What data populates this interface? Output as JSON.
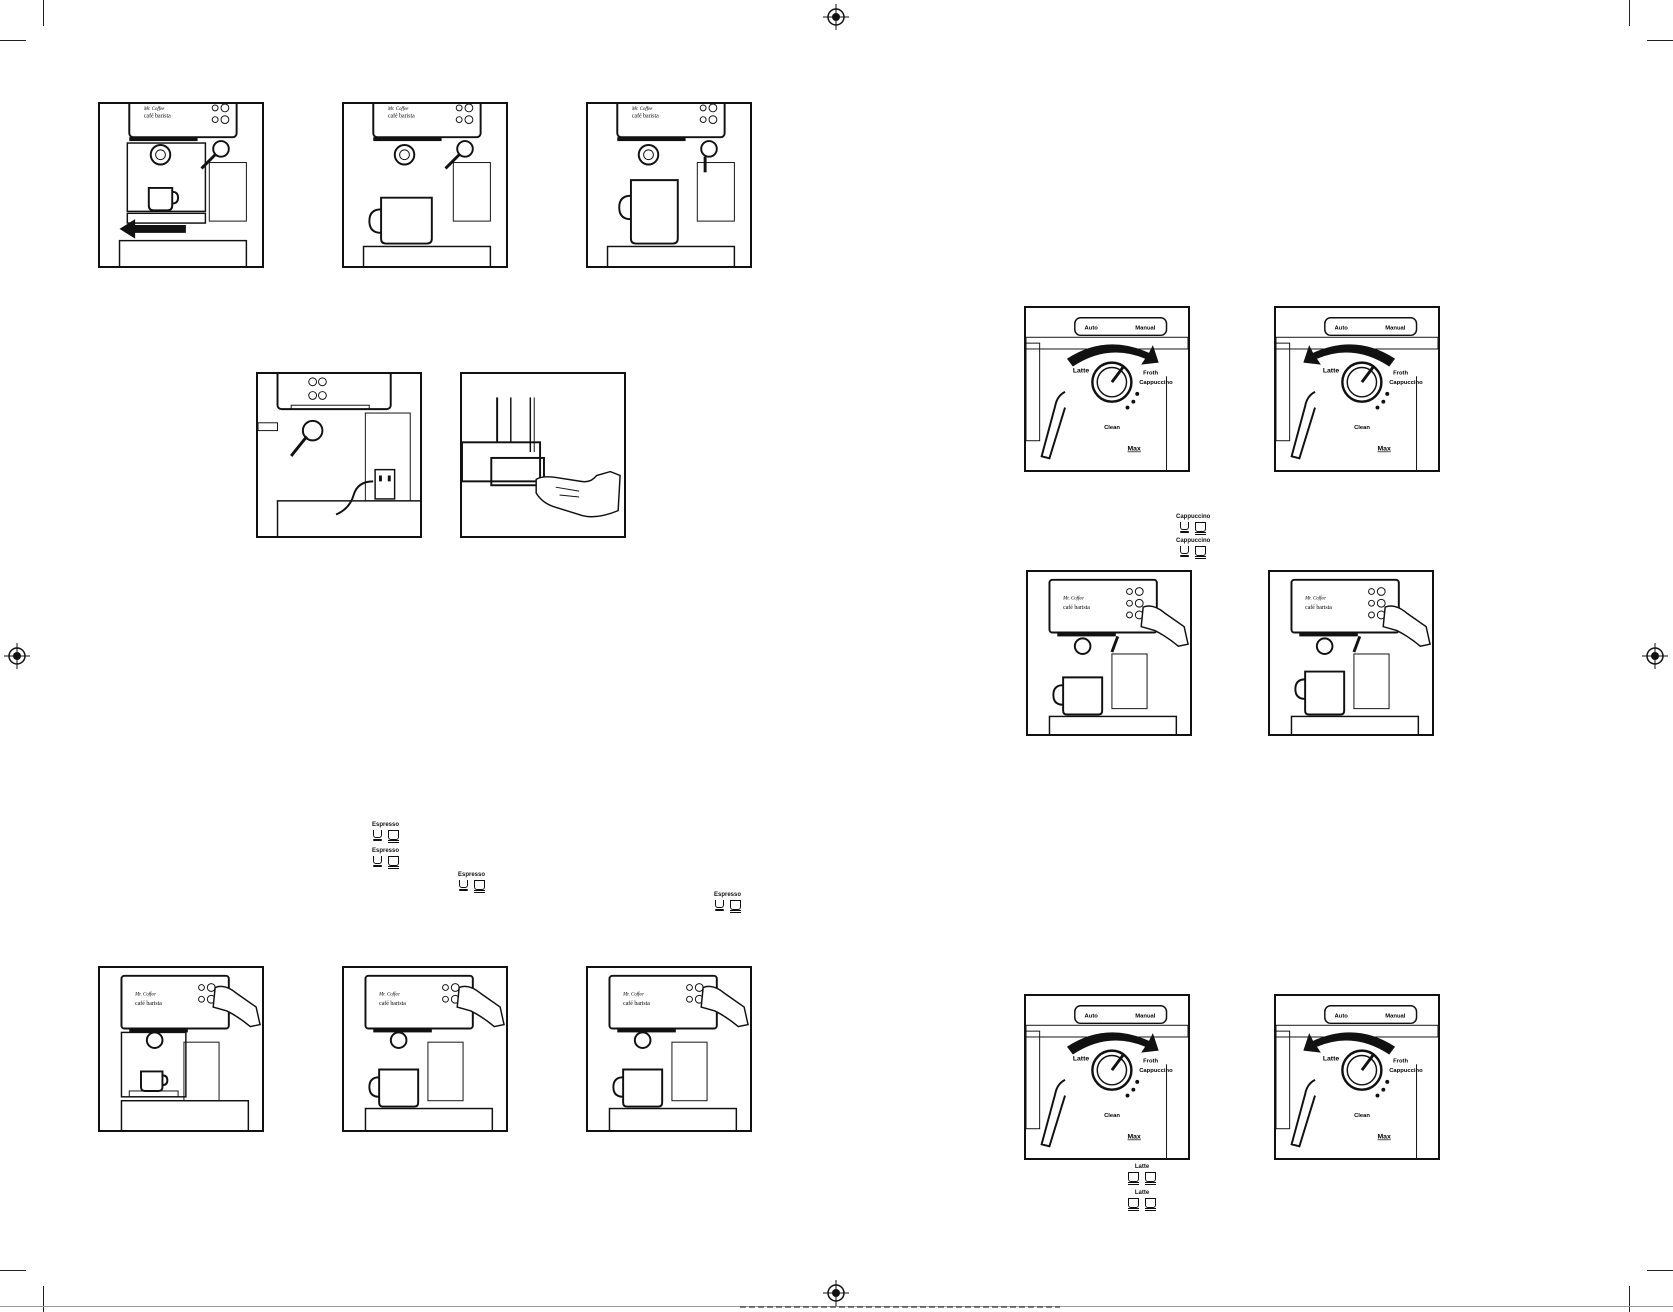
{
  "brand": {
    "maker": "Mr. Coffee",
    "product": "café barista"
  },
  "panel_labels": {
    "auto": "Auto",
    "manual": "Manual",
    "latte": "Latte",
    "froth": "Froth",
    "cappuccino": "Cappuccino",
    "clean": "Clean",
    "max": "Max"
  },
  "drink_icons": {
    "espresso": "Espresso",
    "cappuccino": "Cappuccino",
    "latte": "Latte"
  },
  "icon_names": [
    "registration-mark-icon",
    "arrow-left-icon",
    "curved-arrow-icon",
    "hand-press-icon",
    "cup-icon",
    "mug-icon"
  ]
}
